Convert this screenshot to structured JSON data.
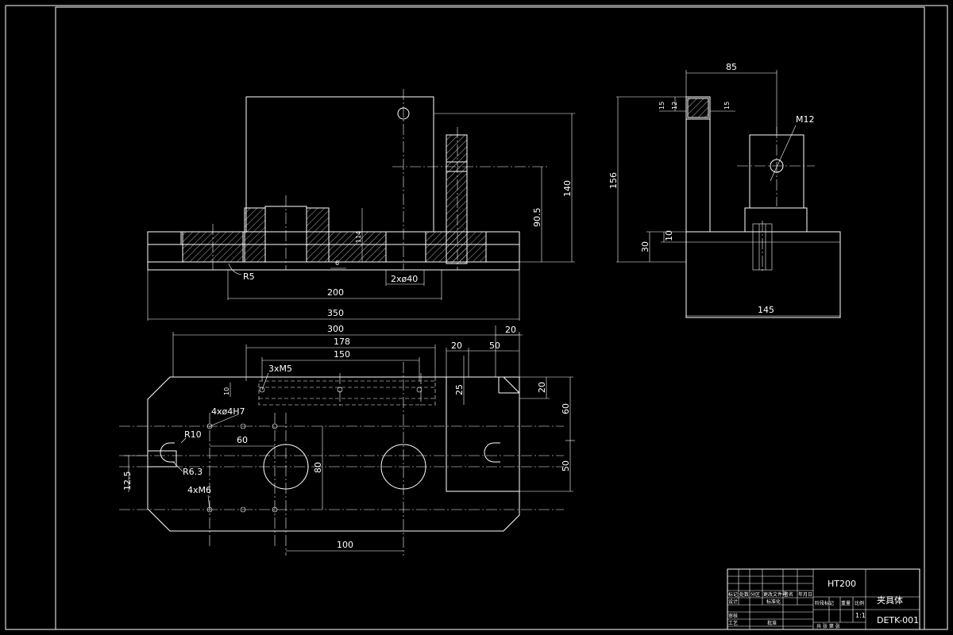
{
  "front_view": {
    "dims": {
      "d350": "350",
      "d200": "200",
      "d2x40": "2xø40",
      "d6": "6",
      "d140": "140",
      "d90_5": "90.5",
      "d114": "114",
      "r5": "R5"
    }
  },
  "side_view": {
    "dims": {
      "d85": "85",
      "d156": "156",
      "d145": "145",
      "d30": "30",
      "d10": "10",
      "d15a": "15",
      "d12": "12",
      "d15b": "15",
      "m12": "M12"
    }
  },
  "top_view": {
    "dims": {
      "d300": "300",
      "d178": "178",
      "d150": "150",
      "d20a": "20",
      "d20b": "20",
      "d50a": "50",
      "d25": "25",
      "d20c": "20",
      "d60a": "60",
      "d60b": "60",
      "d50b": "50",
      "d80": "80",
      "d100": "100",
      "d10": "10",
      "d12_5": "12.5",
      "m5": "3xM5",
      "h7": "4xø4H7",
      "m6": "4xM6",
      "r10": "R10",
      "r6_3": "R6.3"
    }
  },
  "title_block": {
    "material": "HT200",
    "drawing_name": "夹具体",
    "drawing_number": "DETK-001",
    "scale": "1:1",
    "row_labels": [
      "标记",
      "处数",
      "分区",
      "更改文件号",
      "签名",
      "年月日"
    ],
    "designer": "设计",
    "standardization": "标准化",
    "stage_mark": "阶段标记",
    "weight": "重量",
    "ratio": "比例",
    "review": "审核",
    "process": "工艺",
    "approve": "批准",
    "sheets": "共 张 第 张"
  }
}
